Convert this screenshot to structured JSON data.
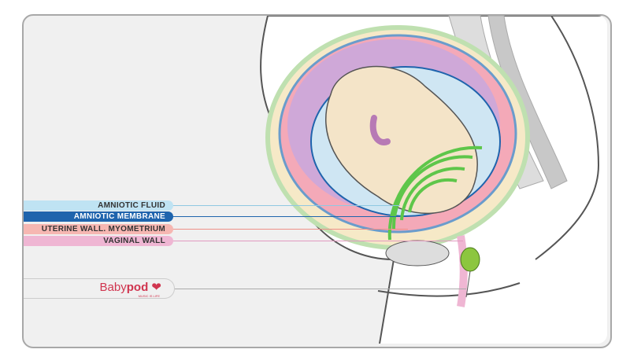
{
  "labels": [
    {
      "text": "AMNIOTIC FLUID",
      "bg": "#bfe3f3",
      "color": "#333333",
      "line": "#8fc8e2"
    },
    {
      "text": "AMNIOTIC MEMBRANE",
      "bg": "#1f64ad",
      "color": "#ffffff",
      "line": "#1f64ad"
    },
    {
      "text": "UTERINE WALL. MYOMETRIUM",
      "bg": "#f6b7b2",
      "color": "#333333",
      "line": "#ee8f88"
    },
    {
      "text": "VAGINAL WALL",
      "bg": "#efb6d3",
      "color": "#333333",
      "line": "#e29ac0"
    }
  ],
  "logo": {
    "name": "Babypod",
    "tagline": "MUSIC IS LIFE",
    "brand_color": "#d0354f"
  },
  "colors": {
    "fetus": "#f4e4c8",
    "amniotic": "#cfe6f3",
    "uterus": "#f4a9b8",
    "placenta": "#cfa8d8",
    "waves": "#5ec64a",
    "device": "#8cc63f"
  }
}
